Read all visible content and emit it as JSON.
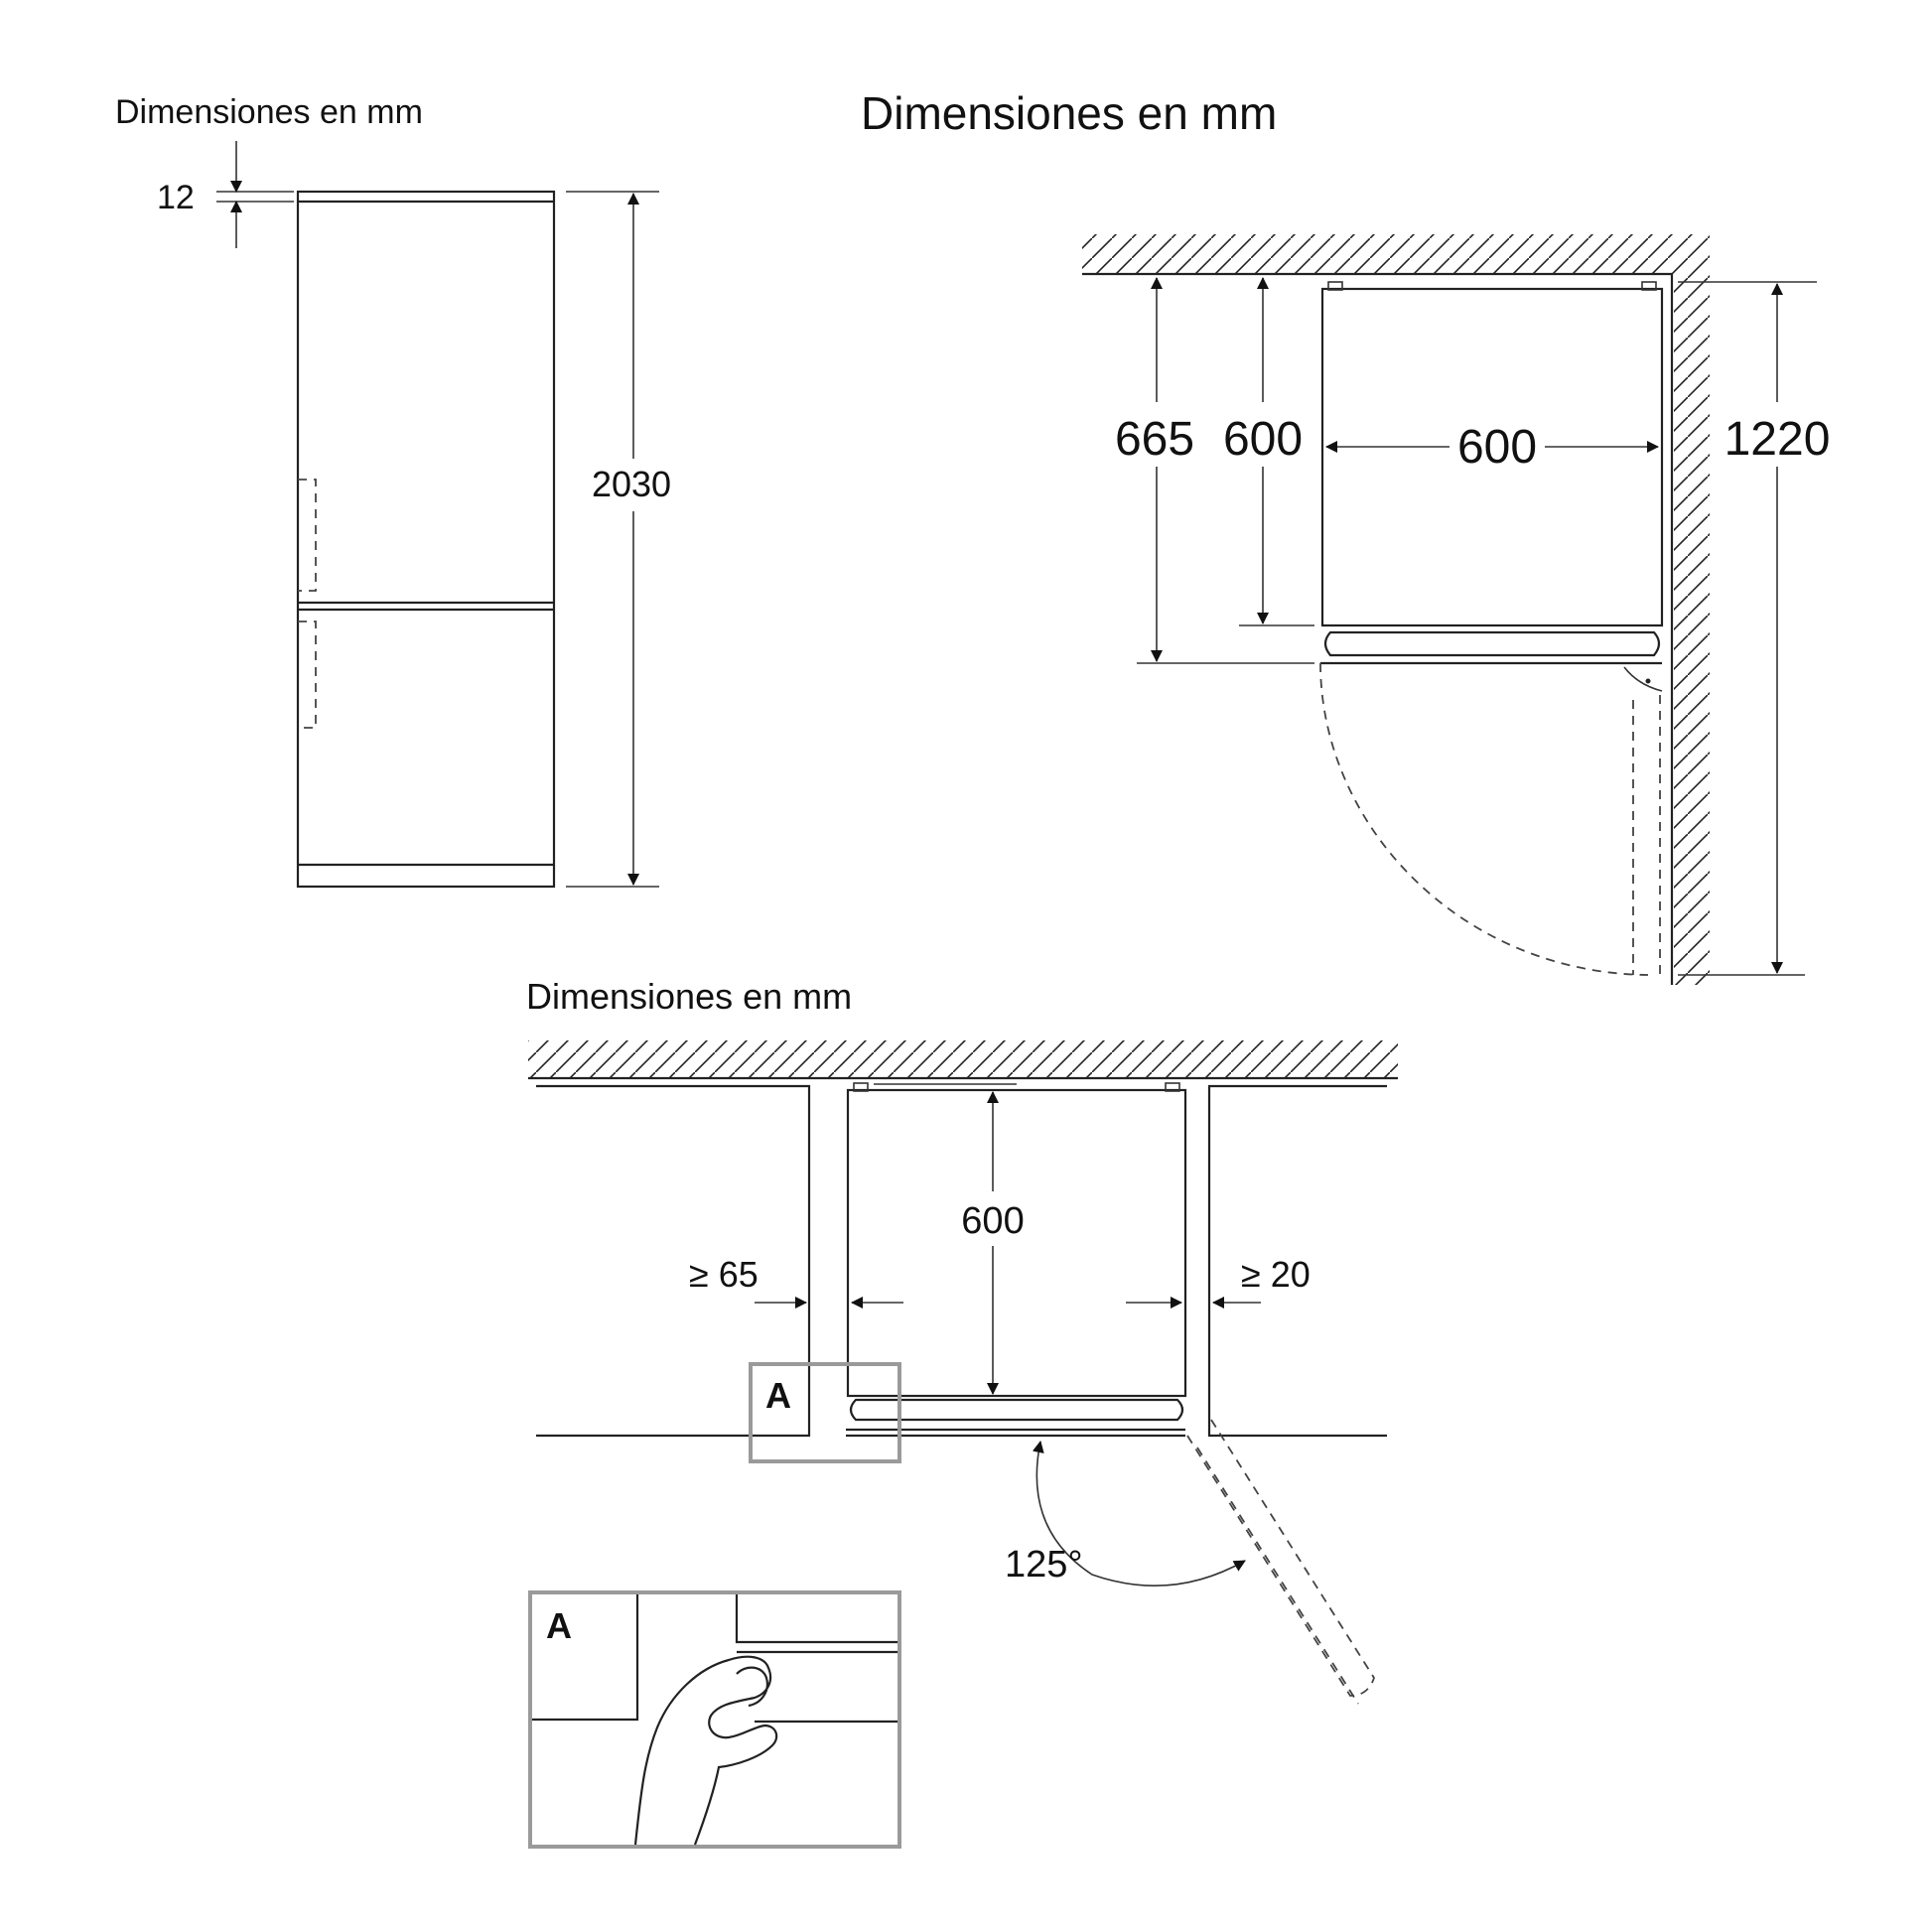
{
  "views": {
    "front": {
      "heading": "Dimensiones en mm",
      "dim_top_gap": "12",
      "dim_height": "2030"
    },
    "top_corner": {
      "heading": "Dimensiones en mm",
      "dim_depth_open": "665",
      "dim_depth": "600",
      "dim_width": "600",
      "dim_swing": "1220"
    },
    "top_niche": {
      "heading": "Dimensiones en mm",
      "dim_depth": "600",
      "dim_gap_left": "≥ 65",
      "dim_gap_right": "≥ 20",
      "angle": "125°",
      "detail_label": "A",
      "inset_label": "A"
    }
  }
}
